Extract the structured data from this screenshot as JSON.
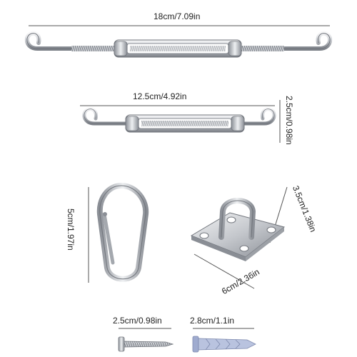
{
  "labels": {
    "turnbuckle_large_length": "18cm/7.09in",
    "turnbuckle_small_length": "12.5cm/4.92in",
    "turnbuckle_small_height": "2.5cm/0.98in",
    "carabiner_height": "5cm/1.97in",
    "pad_eye_height": "3.5cm/1.38in",
    "pad_eye_width": "6cm/2.36in",
    "screw_length": "2.5cm/0.98in",
    "anchor_length": "2.8cm/1.1in"
  },
  "colors": {
    "metal_light": "#e9eaec",
    "metal_mid": "#b5b8bd",
    "metal_dark": "#6f737a",
    "dimension_line": "#555555",
    "anchor_plastic": "#b9c3df"
  }
}
